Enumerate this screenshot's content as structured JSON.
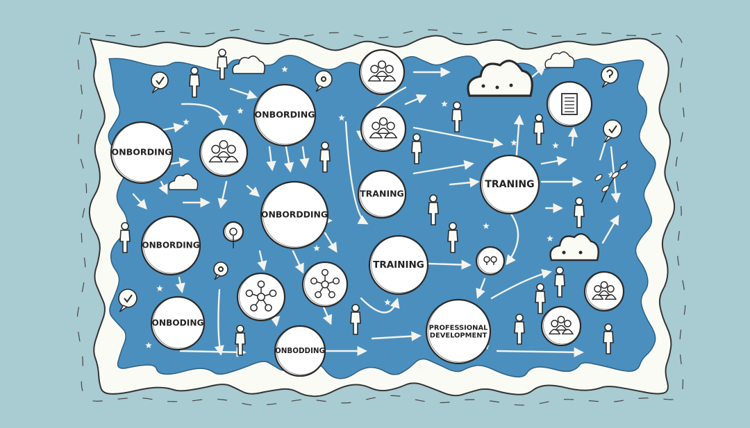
{
  "palette": {
    "page_background": "#a9cbd2",
    "paper": "#fbfbf6",
    "board": "#4b8fbe",
    "ink": "#2a2a2a",
    "node_fill": "#ffffff",
    "arrow": "#f4f4ef"
  },
  "nodes": [
    {
      "id": "onboarding-top",
      "kind": "text",
      "lines": [
        "ONBORDING"
      ]
    },
    {
      "id": "onboarding-left",
      "kind": "text",
      "lines": [
        "ONBORDING"
      ]
    },
    {
      "id": "onboarding-center",
      "kind": "text",
      "lines": [
        "ONBORDDING"
      ]
    },
    {
      "id": "onboarding-mid-left",
      "kind": "text",
      "lines": [
        "ONBORDING"
      ]
    },
    {
      "id": "onboarding-bottom-left",
      "kind": "text",
      "lines": [
        "ONBODING"
      ]
    },
    {
      "id": "onboarding-bottom",
      "kind": "text",
      "lines": [
        "ONBODDING"
      ]
    },
    {
      "id": "training-upper",
      "kind": "text",
      "lines": [
        "TRANING"
      ]
    },
    {
      "id": "training-right",
      "kind": "text",
      "lines": [
        "TRANING"
      ]
    },
    {
      "id": "training-middle",
      "kind": "text",
      "lines": [
        "TRAINING"
      ]
    },
    {
      "id": "professional-development",
      "kind": "text",
      "lines": [
        "PROFESSIONAL",
        "DEVELOPMENT"
      ]
    },
    {
      "id": "people-group-left",
      "kind": "icon",
      "icon": "people-group-icon"
    },
    {
      "id": "people-group-top",
      "kind": "icon",
      "icon": "people-group-icon"
    },
    {
      "id": "people-group-meeting",
      "kind": "icon",
      "icon": "people-group-icon"
    },
    {
      "id": "document-node",
      "kind": "icon",
      "icon": "document-icon"
    },
    {
      "id": "network-left",
      "kind": "icon",
      "icon": "network-icon"
    },
    {
      "id": "network-right",
      "kind": "icon",
      "icon": "network-icon"
    },
    {
      "id": "people-group-bottom-right",
      "kind": "icon",
      "icon": "people-group-icon"
    },
    {
      "id": "people-group-right",
      "kind": "icon",
      "icon": "people-group-icon"
    },
    {
      "id": "bulb-node",
      "kind": "icon",
      "icon": "lightbulb-icon"
    },
    {
      "id": "target-node",
      "kind": "icon",
      "icon": "target-icon"
    }
  ],
  "decorations": {
    "person_icon": "person-icon",
    "cloud_icon": "cloud-icon",
    "star_icon": "star-icon",
    "speech_bubble_icon": "speech-bubble-icon",
    "plant_icon": "plant-icon"
  }
}
